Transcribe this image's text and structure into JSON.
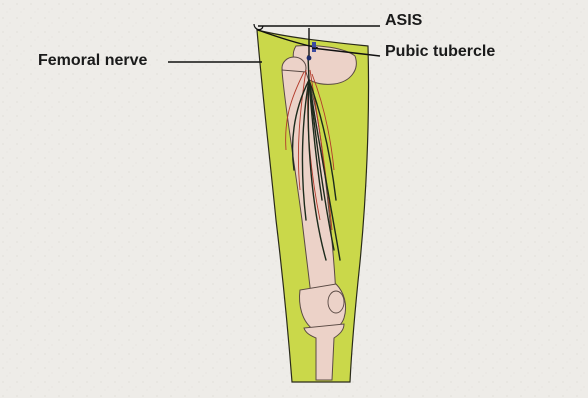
{
  "labels": {
    "femoral_nerve": "Femoral nerve",
    "asis": "ASIS",
    "pubic_tubercle": "Pubic tubercle"
  },
  "colors": {
    "background": "#eeece8",
    "thigh_skin": "#cad84a",
    "bone": "#ecd2c8",
    "nerve": "#1c2a1c",
    "artery": "#b23a2a",
    "leader_line": "#111111"
  }
}
